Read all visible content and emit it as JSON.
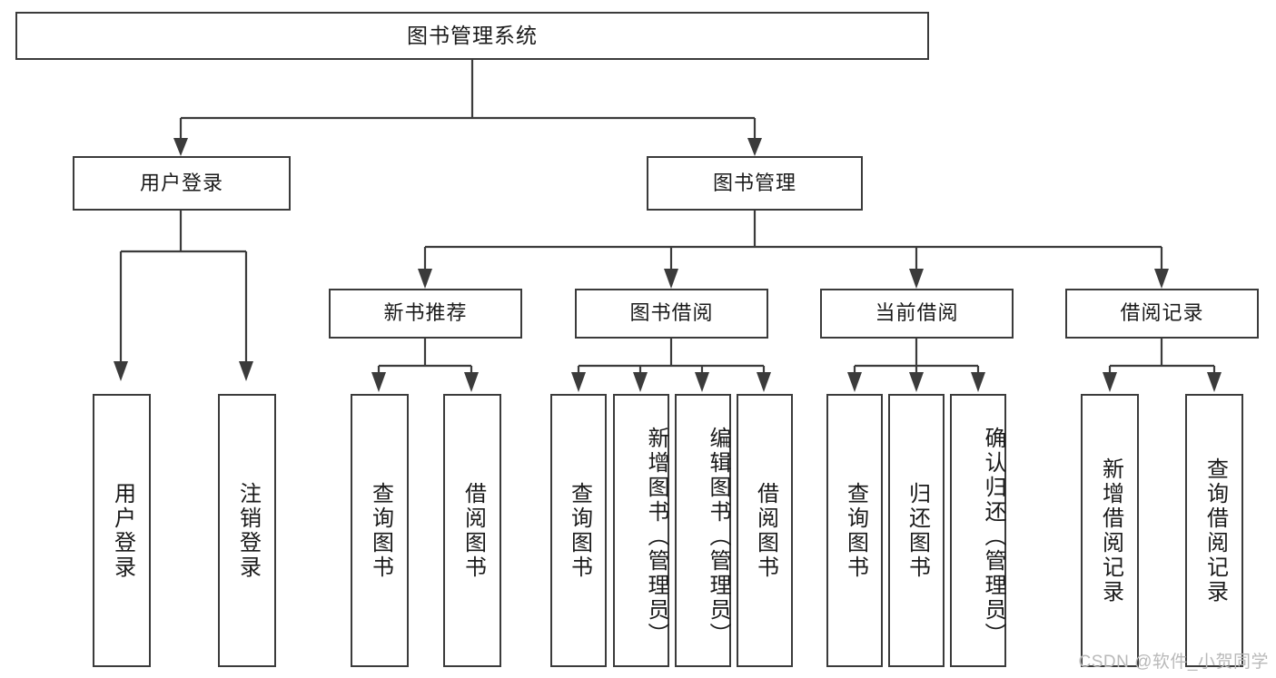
{
  "diagram": {
    "title": "图书管理系统",
    "type": "hierarchy-tree",
    "root": {
      "id": "root",
      "label": "图书管理系统",
      "orientation": "horizontal"
    },
    "level2": [
      {
        "id": "user-login",
        "label": "用户登录",
        "orientation": "horizontal"
      },
      {
        "id": "book-manage",
        "label": "图书管理",
        "orientation": "horizontal"
      }
    ],
    "level3": [
      {
        "id": "new-book-recommend",
        "label": "新书推荐",
        "orientation": "horizontal",
        "parent": "book-manage"
      },
      {
        "id": "book-borrow",
        "label": "图书借阅",
        "orientation": "horizontal",
        "parent": "book-manage"
      },
      {
        "id": "current-borrow",
        "label": "当前借阅",
        "orientation": "horizontal",
        "parent": "book-manage"
      },
      {
        "id": "borrow-record",
        "label": "借阅记录",
        "orientation": "horizontal",
        "parent": "book-manage"
      }
    ],
    "leaves": [
      {
        "id": "leaf-user-login",
        "label": "用户登录",
        "parent": "user-login"
      },
      {
        "id": "leaf-logout-login",
        "label": "注销登录",
        "parent": "user-login"
      },
      {
        "id": "leaf-query-book-1",
        "label": "查询图书",
        "parent": "new-book-recommend"
      },
      {
        "id": "leaf-borrow-book-1",
        "label": "借阅图书",
        "parent": "new-book-recommend"
      },
      {
        "id": "leaf-query-book-2",
        "label": "查询图书",
        "parent": "book-borrow"
      },
      {
        "id": "leaf-add-book",
        "label": "新增图书（管理员）",
        "parent": "book-borrow"
      },
      {
        "id": "leaf-edit-book",
        "label": "编辑图书（管理员）",
        "parent": "book-borrow"
      },
      {
        "id": "leaf-borrow-book-2",
        "label": "借阅图书",
        "parent": "book-borrow"
      },
      {
        "id": "leaf-query-book-3",
        "label": "查询图书",
        "parent": "current-borrow"
      },
      {
        "id": "leaf-return-book",
        "label": "归还图书",
        "parent": "current-borrow"
      },
      {
        "id": "leaf-confirm-return",
        "label": "确认归还（管理员）",
        "parent": "current-borrow"
      },
      {
        "id": "leaf-add-record",
        "label": "新增借阅记录",
        "parent": "borrow-record"
      },
      {
        "id": "leaf-query-record",
        "label": "查询借阅记录",
        "parent": "borrow-record"
      }
    ]
  },
  "watermark": {
    "text": "CSDN @软件_小贺同学"
  },
  "colors": {
    "stroke": "#3b3b3b",
    "background": "#ffffff",
    "text": "#1a1a1a",
    "watermark": "#b9b9b9"
  }
}
